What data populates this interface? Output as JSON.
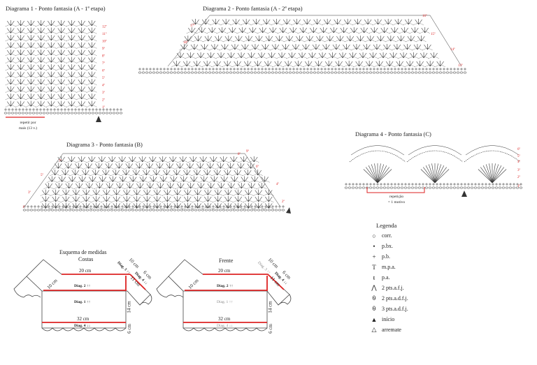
{
  "diagram1": {
    "title": "Diagrama 1 - Ponto fantasia (A - 1ª etapa)",
    "repeat_note_1": "repetir por",
    "repeat_note_2": "mais (13 v.)",
    "row_numbers": [
      "1º",
      "2º",
      "3º",
      "4º",
      "5º",
      "6º",
      "7º",
      "8º",
      "9º",
      "10º",
      "11º",
      "12º"
    ]
  },
  "diagram2": {
    "title": "Diagrama 2 - Ponto fantasia (A - 2ª etapa)",
    "row_numbers": [
      "13º",
      "14º",
      "15º",
      "16º",
      "17º",
      "18º"
    ]
  },
  "diagram3": {
    "title": "Diagrama 3 - Ponto fantasia (B)",
    "row_numbers": [
      "1º",
      "2º",
      "3º",
      "4º",
      "5º",
      "6º",
      "7º",
      "8º",
      "9º"
    ]
  },
  "diagram4": {
    "title": "Diagrama 4 - Ponto fantasia (C)",
    "repeat_note_1": "repetição",
    "repeat_note_2": "= 1 motivo",
    "row_numbers": [
      "1º",
      "2º",
      "3º",
      "4º",
      "5º",
      "6º"
    ]
  },
  "legend": {
    "title": "Legenda",
    "items": [
      {
        "icon": "chain-oval",
        "label": "corr."
      },
      {
        "icon": "slip-dot",
        "label": "p.bx."
      },
      {
        "icon": "cross",
        "label": "p.b."
      },
      {
        "icon": "half-double",
        "label": "m.p.a."
      },
      {
        "icon": "double",
        "label": "p.a."
      },
      {
        "icon": "dec-2",
        "label": "2 pts.a.f.j."
      },
      {
        "icon": "cluster-2",
        "label": "2 pts.a.d.f.j."
      },
      {
        "icon": "cluster-3",
        "label": "3 pts.a.d.f.j."
      },
      {
        "icon": "start-arrow",
        "label": "início"
      },
      {
        "icon": "end-arrow",
        "label": "arremate"
      }
    ]
  },
  "schema": {
    "title_1": "Esquema de medidas",
    "title_2": "Costas",
    "front_title": "Frente",
    "back": {
      "m20": "20 cm",
      "m10a": "10 cm",
      "m10b": "10 cm",
      "m6a": "6 cm",
      "m11": "11 cm",
      "m14": "14 cm",
      "m32": "32 cm",
      "m6b": "6 cm",
      "d3": "Diag. 3 ↑↑",
      "d4a": "Diag. 4 ↓↓",
      "d2": "Diag. 2 ↑↑",
      "d1": "Diag. 1 ↑↑",
      "d4b": "Diag. 4 ↓↓"
    },
    "front": {
      "m20": "20 cm",
      "m10a": "10 cm",
      "m10b": "10 cm",
      "m6a": "6 cm",
      "m11": "11 cm",
      "m14": "14 cm",
      "m32": "32 cm",
      "m6b": "6 cm",
      "d3": "Diag. 3 ↑↑",
      "d4a": "Diag. 4 ↓↓",
      "d2": "Diag. 2 ↑↑",
      "d1": "Diag. 1 ↑↑",
      "d4b": "Diag. 4 ↓↓"
    }
  },
  "colors": {
    "accent": "#dd2222",
    "ink": "#333333",
    "gray": "#999999"
  }
}
